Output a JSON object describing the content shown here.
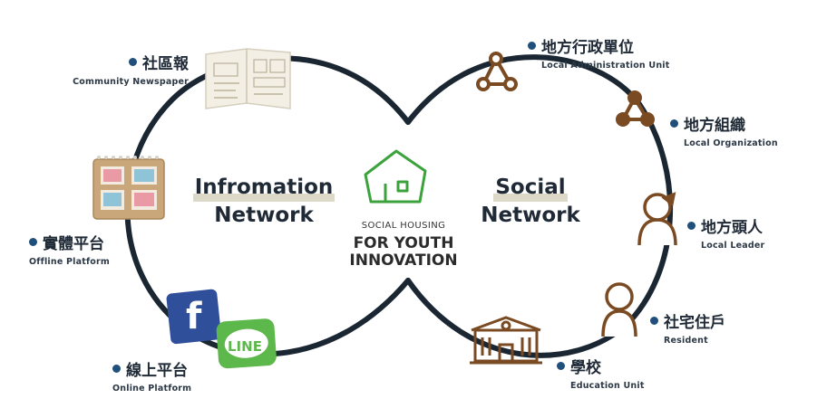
{
  "networks": {
    "information": {
      "line1": "Infromation",
      "line2": "Network"
    },
    "social": {
      "line1": "Social",
      "line2": "Network"
    }
  },
  "logo": {
    "line1": "SOCIAL HOUSING",
    "line2": "FOR YOUTH",
    "line3": "INNOVATION",
    "icon": "house-outline-icon",
    "color": "#3ca23c"
  },
  "left_nodes": [
    {
      "zh": "社區報",
      "en": "Community Newspaper",
      "icon": "newspaper-icon"
    },
    {
      "zh": "實體平台",
      "en": "Offline Platform",
      "icon": "bulletin-board-icon"
    },
    {
      "zh": "線上平台",
      "en": "Online Platform",
      "icon": "facebook-line-icon"
    }
  ],
  "right_nodes": [
    {
      "zh": "地方行政單位",
      "en": "Local Administration Unit",
      "icon": "triangle-network-icon"
    },
    {
      "zh": "地方組織",
      "en": "Local Organization",
      "icon": "triangle-network-filled-icon"
    },
    {
      "zh": "地方頭人",
      "en": "Local Leader",
      "icon": "leader-person-icon"
    },
    {
      "zh": "社宅住戶",
      "en": "Resident",
      "icon": "resident-person-icon"
    },
    {
      "zh": "學校",
      "en": "Education Unit",
      "icon": "school-building-icon"
    }
  ],
  "social_icons": {
    "facebook": "f",
    "line": "LINE"
  },
  "colors": {
    "loop": "#1b2633",
    "dot": "#1f4f7a",
    "brown": "#7a4a22",
    "facebook": "#2f4f9a",
    "line": "#5cb84a"
  }
}
